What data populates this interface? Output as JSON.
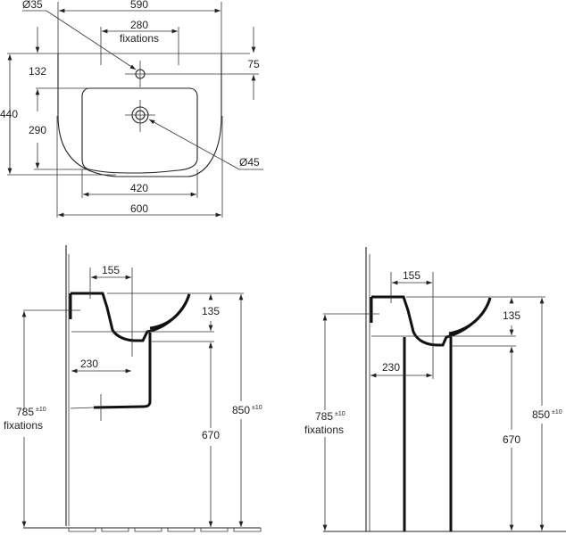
{
  "top_view": {
    "dims": {
      "overall_top_width": "590",
      "fixation_spacing": "280",
      "fixation_label": "fixations",
      "tap_hole_diameter": "Ø35",
      "tap_to_back": "75",
      "back_to_bowl": "132",
      "overall_depth": "440",
      "bowl_depth": "290",
      "waste_diameter": "Ø45",
      "bowl_width": "420",
      "overall_width": "600"
    }
  },
  "side_view_half_pedestal": {
    "dims": {
      "tap_offset": "155",
      "bowl_depth": "135",
      "waste_offset": "230",
      "fixation_height": "785",
      "fixation_tolerance": "±10",
      "fixation_label": "fixations",
      "waste_height": "670",
      "rim_height": "850",
      "rim_tolerance": "±10"
    }
  },
  "side_view_full_pedestal": {
    "dims": {
      "tap_offset": "155",
      "bowl_depth": "135",
      "waste_offset": "230",
      "fixation_height": "785",
      "fixation_tolerance": "±10",
      "fixation_label": "fixations",
      "waste_height": "670",
      "rim_height": "850",
      "rim_tolerance": "±10"
    }
  }
}
